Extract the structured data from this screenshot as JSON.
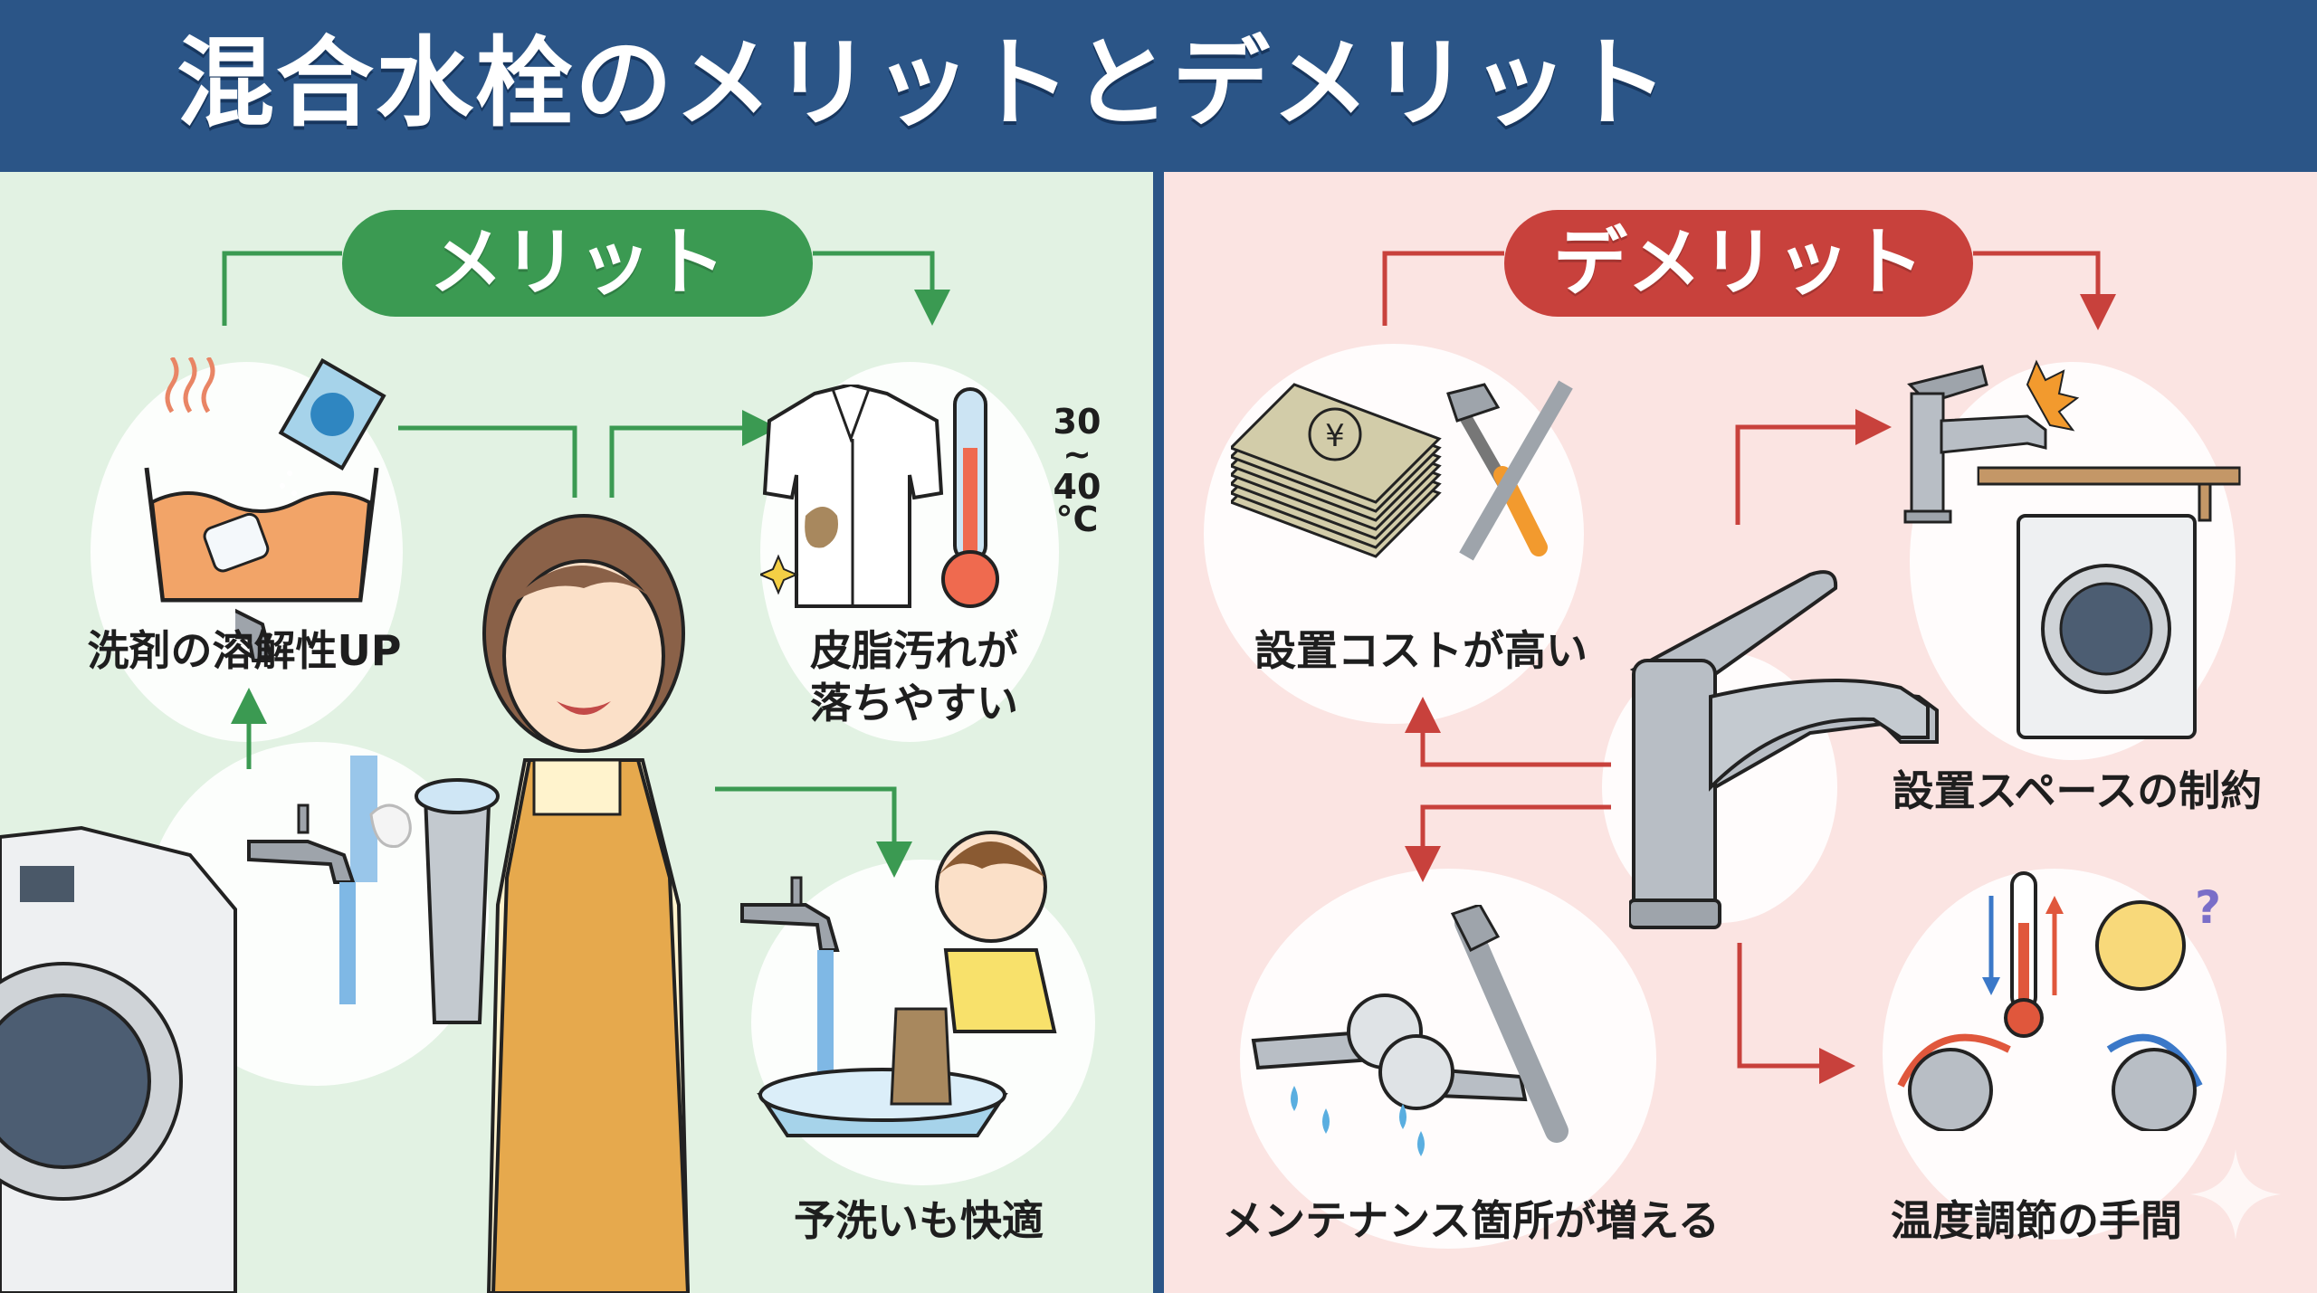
{
  "header": {
    "title": "混合水栓のメリットとデメリット"
  },
  "colors": {
    "header_bg": "#2b5587",
    "merit_bg": "#e2f2e3",
    "merit_accent": "#3b9a52",
    "demerit_bg": "#fbe4e2",
    "demerit_accent": "#c8413c"
  },
  "merit": {
    "heading": "メリット",
    "items": [
      {
        "label": "洗剤の溶解性UP",
        "icon": "detergent-dissolving-icon"
      },
      {
        "label_line1": "皮脂汚れが",
        "label_line2": "落ちやすい",
        "icon": "stained-shirt-thermometer-icon",
        "temperature": {
          "low": "30",
          "sep": "~",
          "high": "40",
          "unit": "°C"
        }
      },
      {
        "label": "予洗いも快適",
        "icon": "child-prewashing-icon"
      }
    ],
    "center_illustration": "woman-filling-bucket-with-warm-water"
  },
  "demerit": {
    "heading": "デメリット",
    "items": [
      {
        "label": "設置コストが高い",
        "icon": "money-and-tools-icon"
      },
      {
        "label": "設置スペースの制約",
        "icon": "faucet-washing-machine-space-icon"
      },
      {
        "label": "メンテナンス箇所が増える",
        "icon": "leaking-handles-wrench-icon"
      },
      {
        "label": "温度調節の手間",
        "icon": "temperature-knobs-confused-face-icon"
      }
    ],
    "center_illustration": "single-lever-mixing-faucet"
  }
}
